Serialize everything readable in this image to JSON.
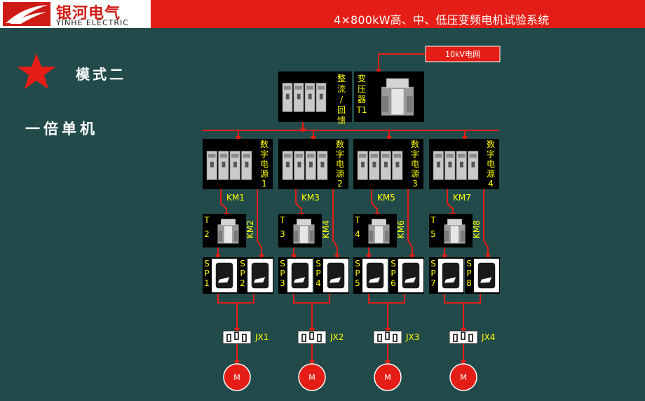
{
  "header": {
    "title": "4×800kW高、中、低压变频电机试验系统",
    "brand_cn": "银河电气",
    "brand_en": "YINHE ELECTRIC",
    "accent": "#e41e16"
  },
  "mode_label": "模式二",
  "subtitle": "一倍单机",
  "icons": [
    "star-icon",
    "logo-icon"
  ],
  "diagram": {
    "grid_label": "10kV电网",
    "rectifier_label": "整流/回馈",
    "transformer_label": "变压器T1",
    "sources": [
      "数字电源1",
      "数字电源2",
      "数字电源3",
      "数字电源4"
    ],
    "km_main": [
      "KM1",
      "KM3",
      "KM5",
      "KM7"
    ],
    "km_bypass": [
      "KM2",
      "KM4",
      "KM6",
      "KM8"
    ],
    "transformers": [
      "T2",
      "T3",
      "T4",
      "T5"
    ],
    "sensors": [
      "SP1",
      "SP2",
      "SP3",
      "SP4",
      "SP5",
      "SP6",
      "SP7",
      "SP8"
    ],
    "terminals": [
      "JX1",
      "JX2",
      "JX3",
      "JX4"
    ],
    "motor_label": "M",
    "bus_color": "#e41e16",
    "label_color": "#ffff00"
  }
}
